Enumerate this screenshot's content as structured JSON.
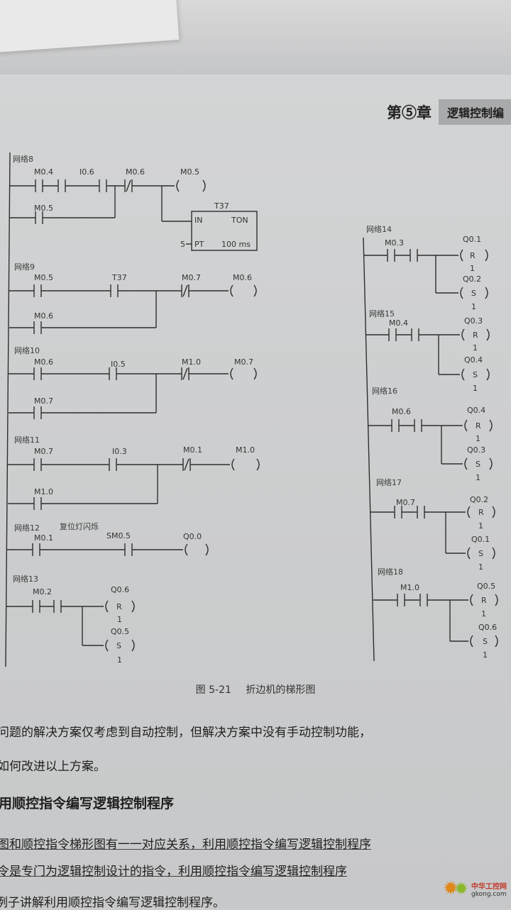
{
  "header": {
    "chapter_label": "第⑤章",
    "chapter_title": "逻辑控制编"
  },
  "figure": {
    "number": "图 5-21",
    "title": "折边机的梯形图"
  },
  "networks": {
    "n8": {
      "label": "网络8",
      "c1": "M0.4",
      "c2": "I0.6",
      "c3": "M0.6",
      "coil": "M0.5",
      "c4": "M0.5",
      "timer_name": "T37",
      "timer_in": "IN",
      "timer_type": "TON",
      "timer_pt": "PT",
      "timer_res": "100 ms",
      "timer_pt_val": "5"
    },
    "n9": {
      "label": "网络9",
      "c1": "M0.5",
      "c2": "T37",
      "c3": "M0.7",
      "coil": "M0.6",
      "c4": "M0.6"
    },
    "n10": {
      "label": "网络10",
      "c1": "M0.6",
      "c2": "I0.5",
      "c3": "M1.0",
      "coil": "M0.7",
      "c4": "M0.7"
    },
    "n11": {
      "label": "网络11",
      "c1": "M0.7",
      "c2": "I0.3",
      "c3": "M0.1",
      "coil": "M1.0",
      "c4": "M1.0"
    },
    "n12": {
      "label": "网络12",
      "comment": "复位灯闪烁",
      "c1": "M0.1",
      "c2": "SM0.5",
      "coil": "Q0.0"
    },
    "n13": {
      "label": "网络13",
      "c1": "M0.2",
      "o1": "Q0.6",
      "o1_type": "R",
      "o1_n": "1",
      "o2": "Q0.5",
      "o2_type": "S",
      "o2_n": "1"
    },
    "n14": {
      "label": "网络14",
      "c1": "M0.3",
      "o1": "Q0.1",
      "o1_type": "R",
      "o1_n": "1",
      "o2": "Q0.2",
      "o2_type": "S",
      "o2_n": "1"
    },
    "n15": {
      "label": "网络15",
      "c1": "M0.4",
      "o1": "Q0.3",
      "o1_type": "R",
      "o1_n": "1",
      "o2": "Q0.4",
      "o2_type": "S",
      "o2_n": "1"
    },
    "n16": {
      "label": "网络16",
      "c1": "M0.6",
      "o1": "Q0.4",
      "o1_type": "R",
      "o1_n": "1",
      "o2": "Q0.3",
      "o2_type": "S",
      "o2_n": "1"
    },
    "n17": {
      "label": "网络17",
      "c1": "M0.7",
      "o1": "Q0.2",
      "o1_type": "R",
      "o1_n": "1",
      "o2": "Q0.1",
      "o2_type": "S",
      "o2_n": "1"
    },
    "n18": {
      "label": "网络18",
      "c1": "M1.0",
      "o1": "Q0.5",
      "o1_type": "R",
      "o1_n": "1",
      "o2": "Q0.6",
      "o2_type": "S",
      "o2_n": "1"
    }
  },
  "body": {
    "line1": "问题的解决方案仅考虑到自动控制，但解决方案中没有手动控制功能，",
    "line2": "如何改进以上方案。",
    "heading": "用顺控指令编写逻辑控制程序",
    "line3": "图和顺控指令梯形图有一一对应关系，利用顺控指令编写逻辑控制程序",
    "line4": "令是专门为逻辑控制设计的指令，利用顺控指令编写逻辑控制程序",
    "line5": "例子讲解利用顺控指令编写逻辑控制程序。"
  },
  "watermark": {
    "text": "中华工控网",
    "url": "gkong.com"
  },
  "colors": {
    "page": "#cbcccd",
    "ink": "#2b2b2b",
    "chapter_band": "#a9aaab",
    "watermark_orange": "#e0891c",
    "watermark_green": "#8bb82a"
  }
}
